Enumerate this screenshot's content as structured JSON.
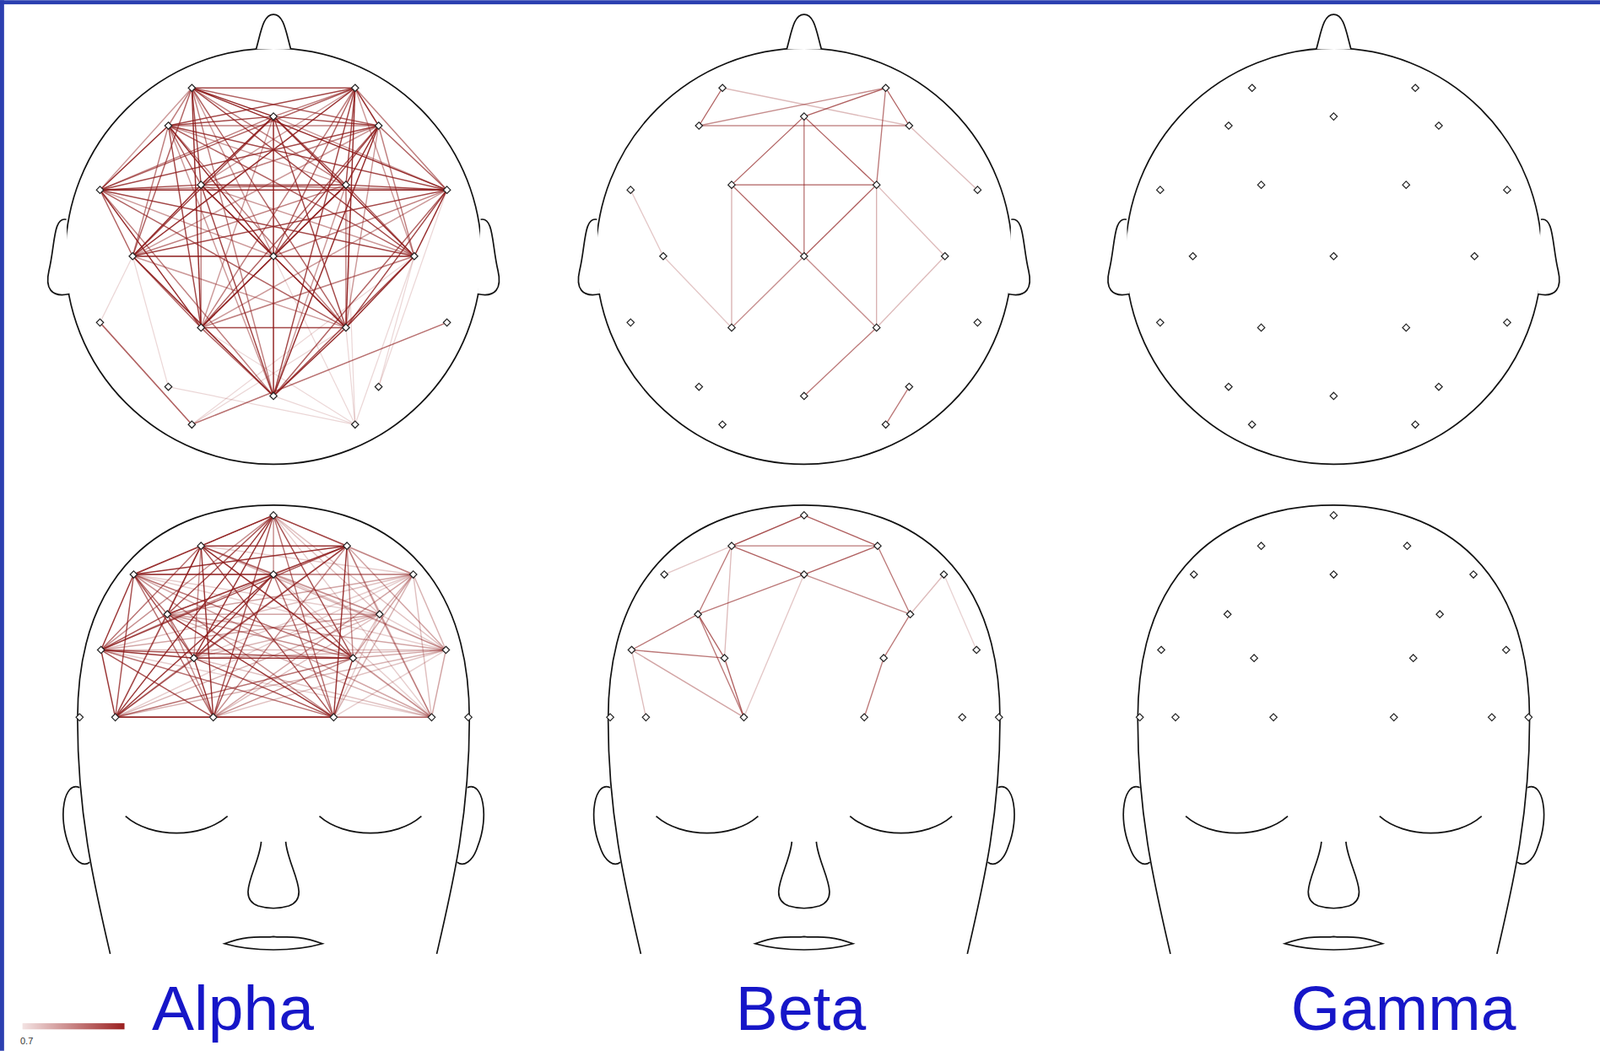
{
  "diagram": {
    "labels": [
      "Alpha",
      "Beta",
      "Gamma",
      "0.7"
    ]
  }
}
